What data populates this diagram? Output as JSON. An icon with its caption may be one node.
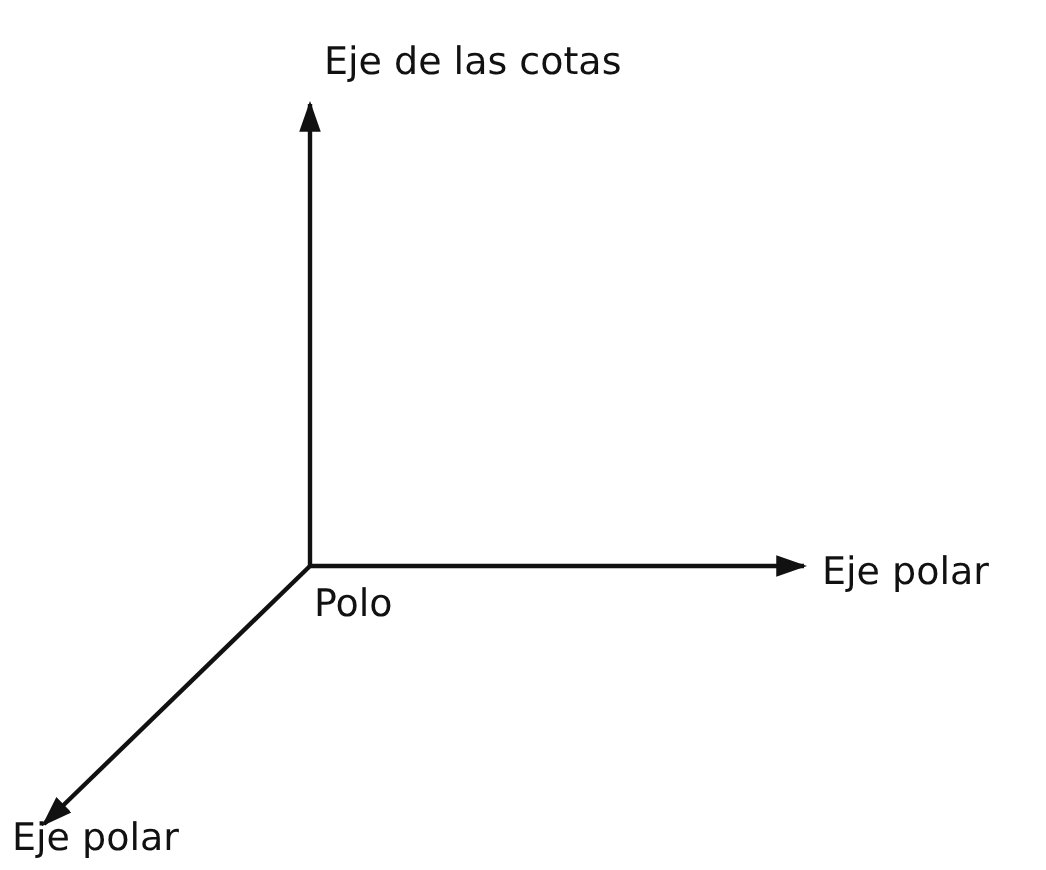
{
  "diagram": {
    "labels": [
      "Eje de las cotas",
      "Eje polar",
      "Polo",
      "Eje polar"
    ]
  }
}
